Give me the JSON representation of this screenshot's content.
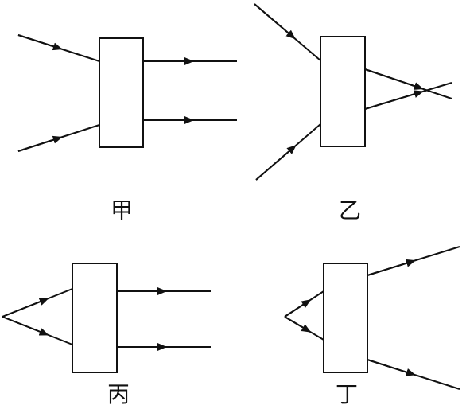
{
  "figure": {
    "panels": [
      {
        "id": "jia",
        "caption": "甲"
      },
      {
        "id": "yi",
        "caption": "乙"
      },
      {
        "id": "bing",
        "caption": "丙"
      },
      {
        "id": "ding",
        "caption": "丁"
      }
    ]
  },
  "colors": {
    "ink": "#111111",
    "background": "#ffffff"
  }
}
